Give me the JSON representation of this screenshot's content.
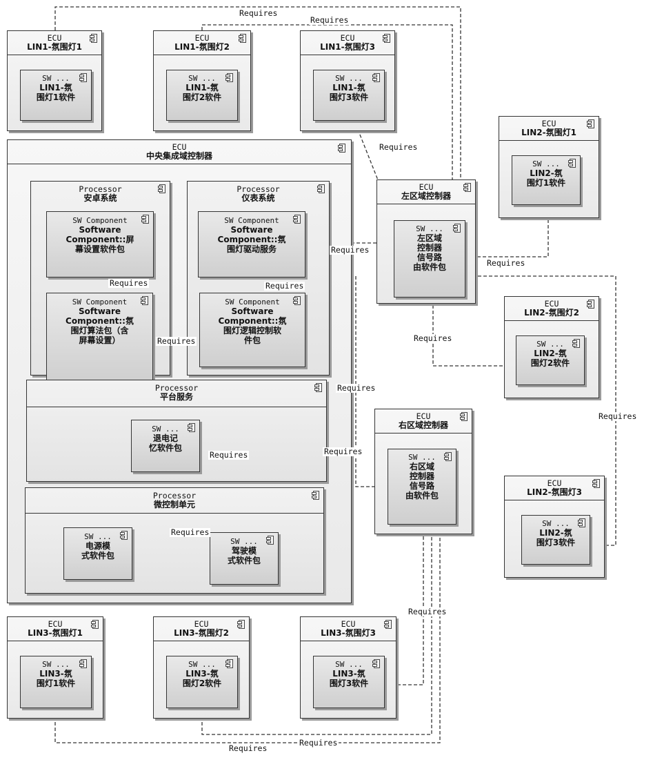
{
  "ecu_keyword": "ECU",
  "processor_keyword": "Processor",
  "sw_keyword_short": "SW ...",
  "sw_keyword_component": "SW Component",
  "requires_label": "Requires",
  "lin1": [
    {
      "title": "LIN1-氛围灯1",
      "sw": "LIN1-氛\n围灯1软件"
    },
    {
      "title": "LIN1-氛围灯2",
      "sw": "LIN1-氛\n围灯2软件"
    },
    {
      "title": "LIN1-氛围灯3",
      "sw": "LIN1-氛\n围灯3软件"
    }
  ],
  "lin2": [
    {
      "title": "LIN2-氛围灯1",
      "sw": "LIN2-氛\n围灯1软件"
    },
    {
      "title": "LIN2-氛围灯2",
      "sw": "LIN2-氛\n围灯2软件"
    },
    {
      "title": "LIN2-氛围灯3",
      "sw": "LIN2-氛\n围灯3软件"
    }
  ],
  "lin3": [
    {
      "title": "LIN3-氛围灯1",
      "sw": "LIN3-氛\n围灯1软件"
    },
    {
      "title": "LIN3-氛围灯2",
      "sw": "LIN3-氛\n围灯2软件"
    },
    {
      "title": "LIN3-氛围灯3",
      "sw": "LIN3-氛\n围灯3软件"
    }
  ],
  "central": {
    "title": "中央集成域控制器",
    "android": {
      "title": "安卓系统",
      "screen_sw": "Software\nComponent::屏\n幕设置软件包",
      "algo_sw": "Software\nComponent::氛\n围灯算法包（含\n屏幕设置）"
    },
    "cluster": {
      "title": "仪表系统",
      "driver_sw": "Software\nComponent::氛\n围灯驱动服务",
      "logic_sw": "Software\nComponent::氛\n围灯逻辑控制软\n件包"
    },
    "platform": {
      "title": "平台服务",
      "sw": "退电记\n忆软件包"
    },
    "mcu": {
      "title": "微控制单元",
      "power_sw": "电源模\n式软件包",
      "drive_sw": "驾驶模\n式软件包"
    }
  },
  "left_zone": {
    "title": "左区域控制器",
    "sw": "左区域\n控制器\n信号路\n由软件包"
  },
  "right_zone": {
    "title": "右区域控制器",
    "sw": "右区域\n控制器\n信号路\n由软件包"
  }
}
